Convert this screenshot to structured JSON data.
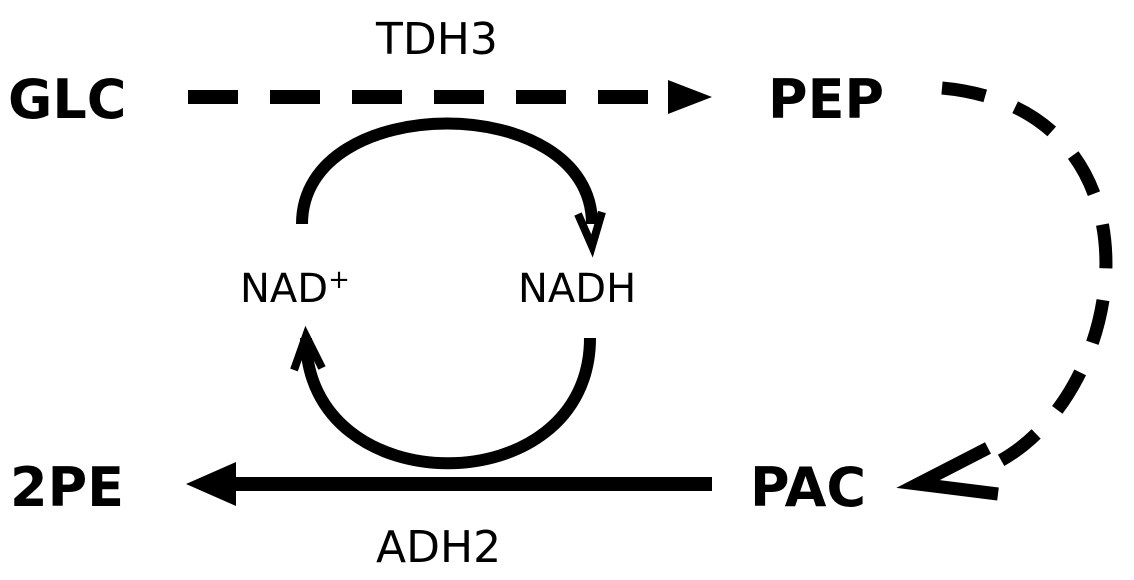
{
  "nodes": {
    "glc": "GLC",
    "pep": "PEP",
    "pac": "PAC",
    "pe2": "2PE"
  },
  "enzymes": {
    "tdh3": "TDH3",
    "adh2": "ADH2"
  },
  "cofactors": {
    "nad_base": "NAD",
    "nad_charge": "+",
    "nadh": "NADH"
  },
  "colors": {
    "stroke": "#000000",
    "background": "#ffffff"
  }
}
